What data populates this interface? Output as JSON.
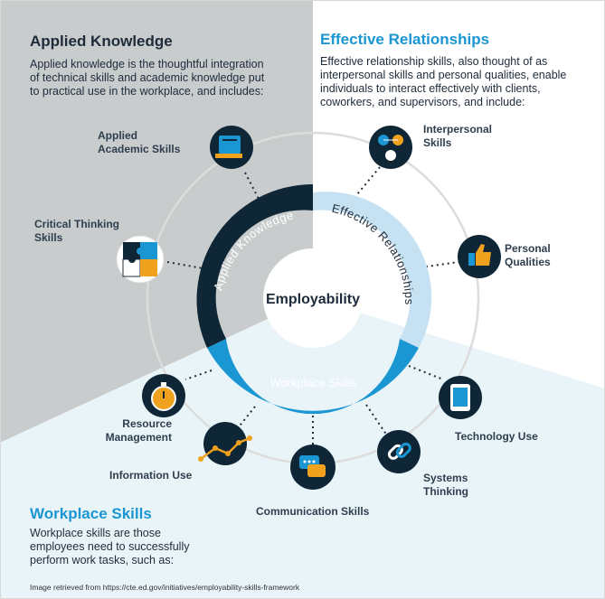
{
  "colors": {
    "navy": "#0e2636",
    "light_blue": "#c6e2f2",
    "mid_blue": "#1a96d2",
    "gray_panel": "#c8cccd",
    "pale_blue_panel": "#e9f4f9",
    "ring": "#dddddd",
    "accent_orange": "#f0a21f",
    "heading_blue": "#1a96d2"
  },
  "applied_knowledge": {
    "title": "Applied Knowledge",
    "description": "Applied knowledge is the thoughtful integration of technical skills and academic knowledge put to practical use in the workplace, and includes:"
  },
  "effective_relationships": {
    "title": "Effective Relationships",
    "description": "Effective relationship skills, also thought of as interpersonal skills and personal qualities, enable individuals to interact effectively with clients, coworkers, and supervisors, and include:"
  },
  "workplace_skills": {
    "title": "Workplace Skills",
    "description": "Workplace skills are those employees need to successfully perform work tasks, such as:"
  },
  "center": {
    "label": "Employability",
    "segment_applied": "Applied Knowledge",
    "segment_effective": "Effective Relationships",
    "segment_workplace": "Workplace Skills"
  },
  "skills": {
    "applied_academic": "Applied Academic Skills",
    "critical_thinking": "Critical Thinking Skills",
    "interpersonal": "Interpersonal Skills",
    "personal_qualities": "Personal Qualities",
    "technology_use": "Technology Use",
    "systems_thinking": "Systems Thinking",
    "communication": "Communication Skills",
    "information_use": "Information Use",
    "resource_management": "Resource Management"
  },
  "icons": {
    "applied_academic": "books-icon",
    "critical_thinking": "puzzle-icon",
    "interpersonal": "people-network-icon",
    "personal_qualities": "thumbs-up-icon",
    "technology_use": "tablet-icon",
    "systems_thinking": "chain-link-icon",
    "communication": "chat-bubbles-icon",
    "information_use": "line-graph-icon",
    "resource_management": "stopwatch-icon"
  },
  "source_note": "Image retrieved from https://cte.ed.gov/initiatives/employability-skills-framework"
}
